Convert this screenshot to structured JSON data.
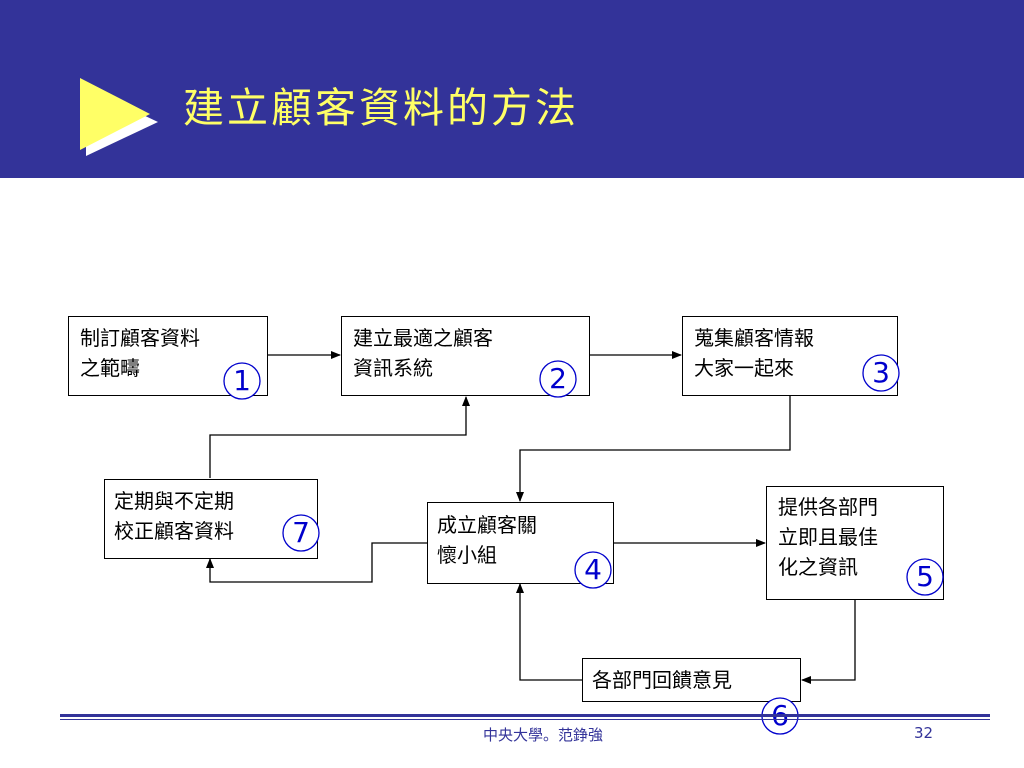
{
  "slide": {
    "title": "建立顧客資料的方法",
    "colors": {
      "header_bg": "#333399",
      "title": "#ffff66",
      "step_number": "#0000cc"
    },
    "icon": "yellow-arrow-bullet-icon"
  },
  "steps": [
    {
      "id": "s1",
      "text": "制訂顧客資料\n之範疇",
      "number": "1"
    },
    {
      "id": "s2",
      "text": "建立最適之顧客\n資訊系統",
      "number": "2"
    },
    {
      "id": "s3",
      "text": "蒐集顧客情報\n大家一起來",
      "number": "3"
    },
    {
      "id": "s4",
      "text": "成立顧客關\n懷小組",
      "number": "4"
    },
    {
      "id": "s5",
      "text": "提供各部門\n立即且最佳\n化之資訊",
      "number": "5"
    },
    {
      "id": "s6",
      "text": "各部門回饋意見",
      "number": "6"
    },
    {
      "id": "s7",
      "text": "定期與不定期\n校正顧客資料",
      "number": "7"
    }
  ],
  "flow": [
    {
      "from": "s1",
      "to": "s2"
    },
    {
      "from": "s2",
      "to": "s3"
    },
    {
      "from": "s3",
      "to": "s4"
    },
    {
      "from": "s4",
      "to": "s5"
    },
    {
      "from": "s5",
      "to": "s6"
    },
    {
      "from": "s6",
      "to": "s4"
    },
    {
      "from": "s4",
      "to": "s7"
    },
    {
      "from": "s7",
      "to": "s2"
    }
  ],
  "footer": {
    "center": "中央大學。范錚強",
    "page_number": "32"
  }
}
